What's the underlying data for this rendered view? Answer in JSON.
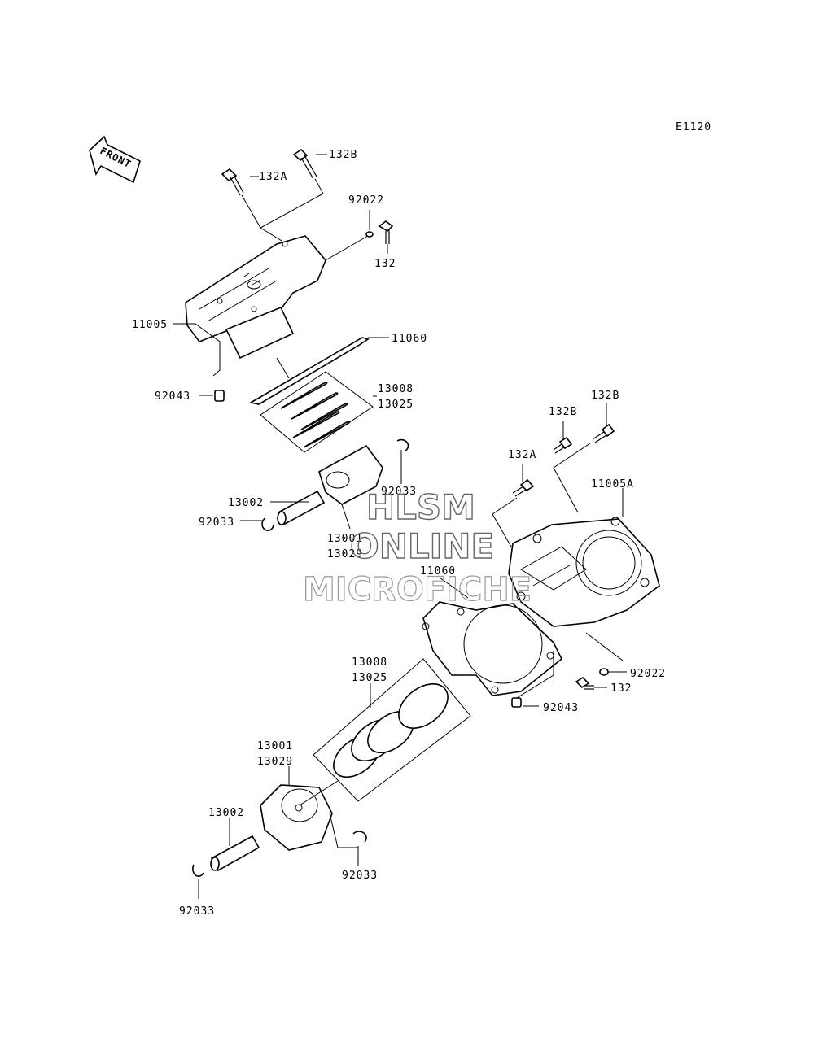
{
  "diagram_code": "E1120",
  "front_label": "FRONT",
  "watermark": {
    "line1": "HLSM",
    "line2": "ONLINE",
    "line3": "MICROFICHE"
  },
  "callouts": [
    {
      "id": "c132b_top",
      "text": "132B"
    },
    {
      "id": "c132a_top",
      "text": "132A"
    },
    {
      "id": "c92022_top",
      "text": "92022"
    },
    {
      "id": "c132_top",
      "text": "132"
    },
    {
      "id": "c11005",
      "text": "11005"
    },
    {
      "id": "c11060_top",
      "text": "11060"
    },
    {
      "id": "c92043_top",
      "text": "92043"
    },
    {
      "id": "c13008_top",
      "text": "13008"
    },
    {
      "id": "c13025_top",
      "text": "13025"
    },
    {
      "id": "c92033_mid",
      "text": "92033"
    },
    {
      "id": "c13002_top",
      "text": "13002"
    },
    {
      "id": "c92033_left",
      "text": "92033"
    },
    {
      "id": "c13001_top",
      "text": "13001"
    },
    {
      "id": "c13029_top",
      "text": "13029"
    },
    {
      "id": "c132b_r1",
      "text": "132B"
    },
    {
      "id": "c132b_r2",
      "text": "132B"
    },
    {
      "id": "c132a_r",
      "text": "132A"
    },
    {
      "id": "c11005a",
      "text": "11005A"
    },
    {
      "id": "c11060_r",
      "text": "11060"
    },
    {
      "id": "c92022_r",
      "text": "92022"
    },
    {
      "id": "c132_r",
      "text": "132"
    },
    {
      "id": "c92043_r",
      "text": "92043"
    },
    {
      "id": "c13008_bot",
      "text": "13008"
    },
    {
      "id": "c13025_bot",
      "text": "13025"
    },
    {
      "id": "c13001_bot",
      "text": "13001"
    },
    {
      "id": "c13029_bot",
      "text": "13029"
    },
    {
      "id": "c13002_bot",
      "text": "13002"
    },
    {
      "id": "c92033_bot_r",
      "text": "92033"
    },
    {
      "id": "c92033_bot_l",
      "text": "92033"
    }
  ]
}
